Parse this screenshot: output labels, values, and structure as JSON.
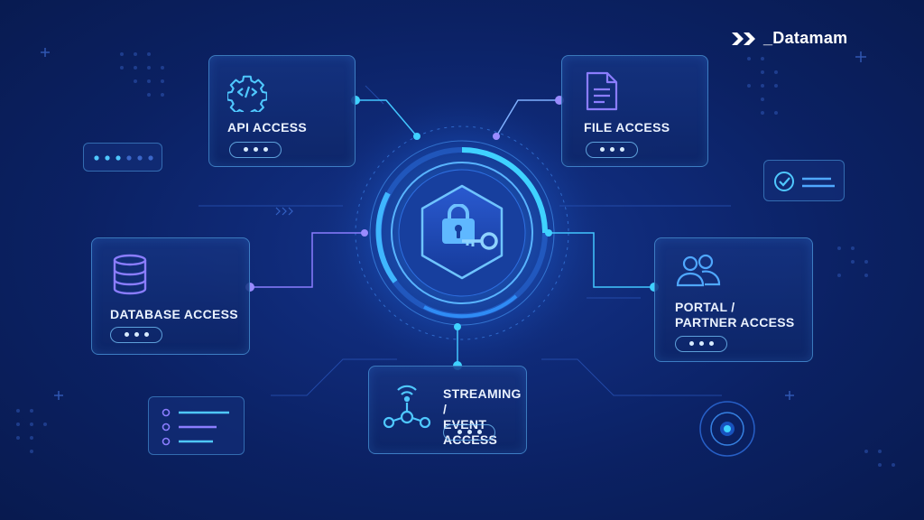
{
  "brand": {
    "name": "_Datamam",
    "logo_icon": "double-chevron-logo"
  },
  "center": {
    "icon": "lock-with-key-icon"
  },
  "nodes": [
    {
      "id": "api",
      "label": "API ACCESS",
      "icon": "code-gear-icon"
    },
    {
      "id": "file",
      "label": "FILE ACCESS",
      "icon": "document-icon"
    },
    {
      "id": "database",
      "label": "DATABASE ACCESS",
      "icon": "database-icon"
    },
    {
      "id": "portal",
      "label": "PORTAL /\nPARTNER ACCESS",
      "icon": "users-icon"
    },
    {
      "id": "streaming",
      "label": "STREAMING /\nEVENT ACCESS",
      "icon": "wifi-nodes-icon"
    }
  ],
  "colors": {
    "background": "#0b2163",
    "accent_cyan": "#3fd2ff",
    "accent_purple": "#8b7dff",
    "card_border": "#60beff"
  }
}
